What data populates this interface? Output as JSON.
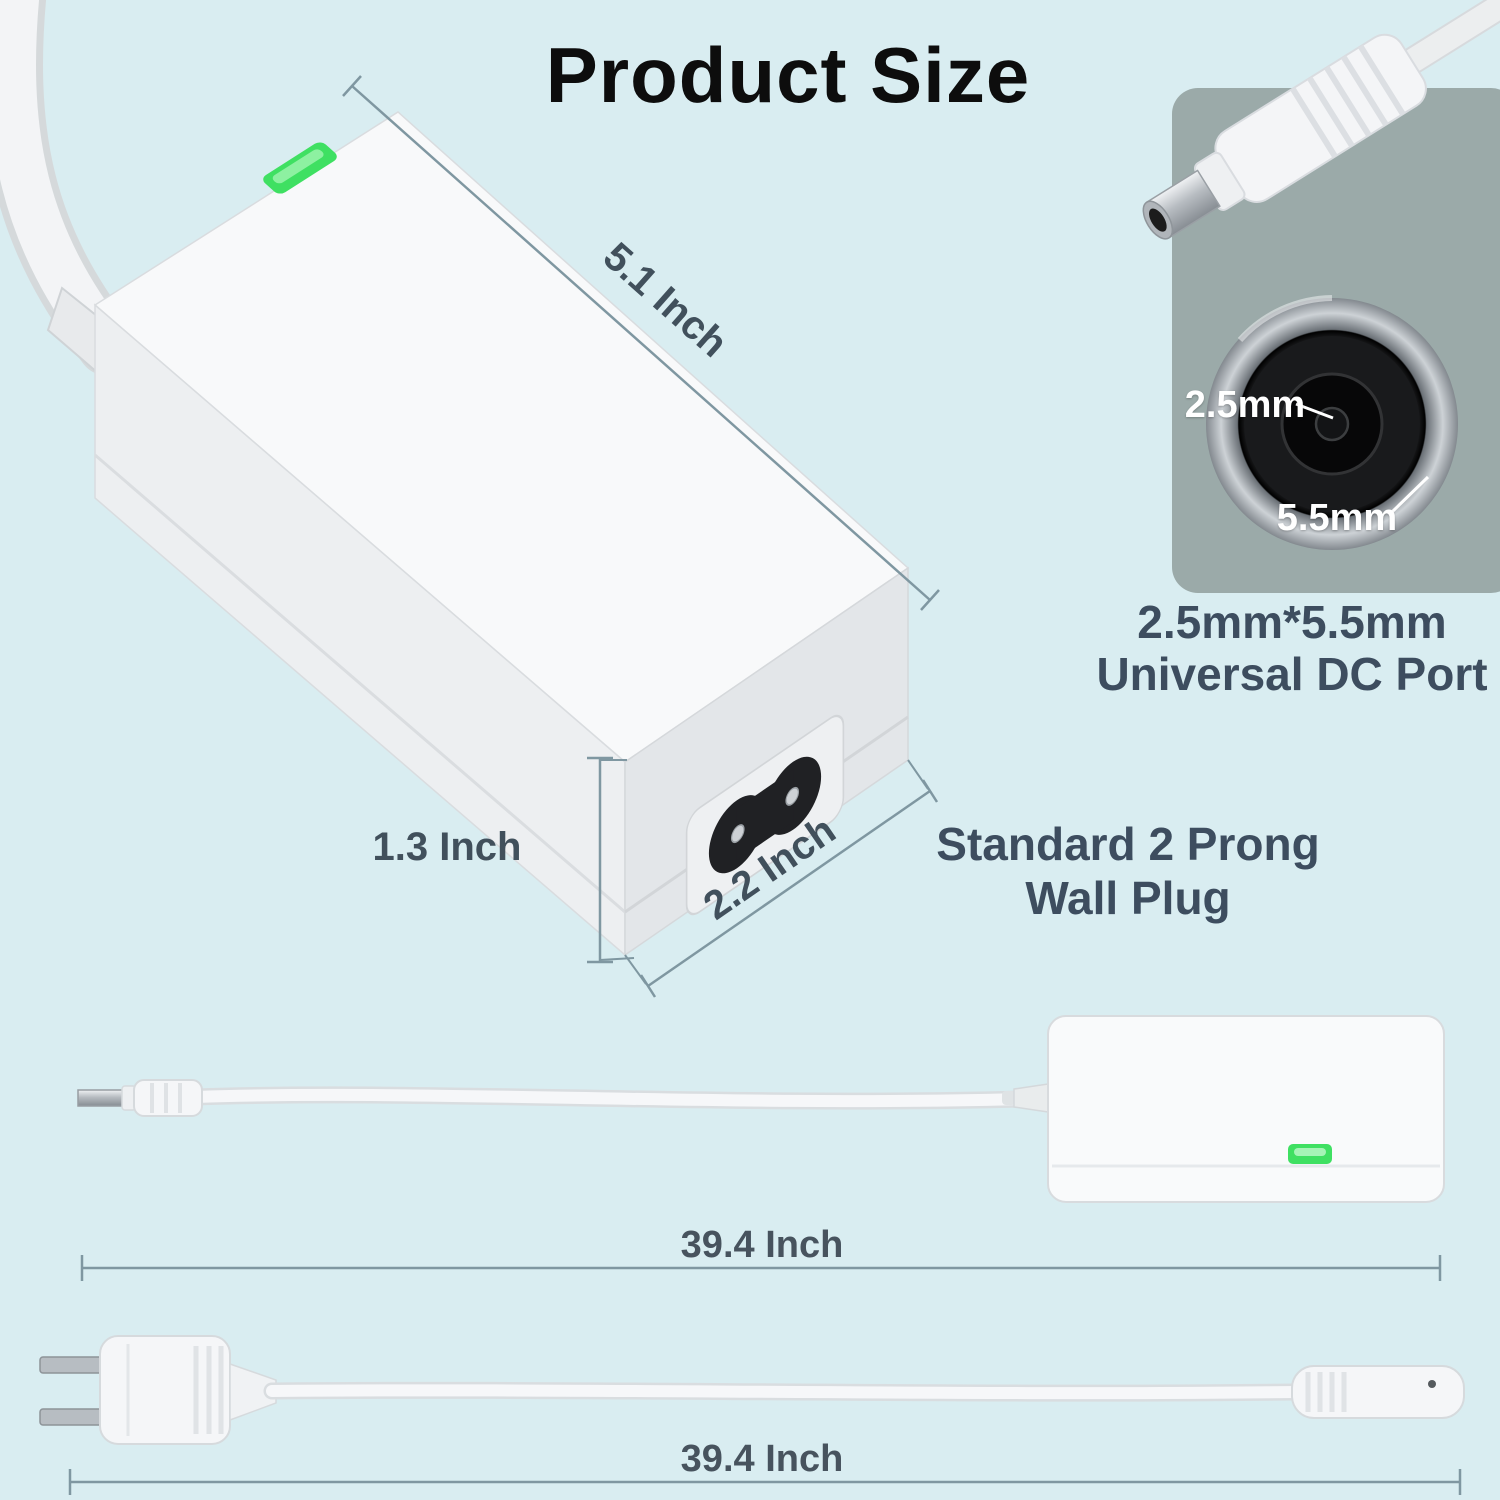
{
  "title": "Product Size",
  "colors": {
    "background": "#d9edf1",
    "led_green": "#3fe062",
    "panel_gray": "#9baaa9",
    "caption_slate": "#3d4d5f",
    "dimension_text": "#47535e",
    "dimension_line": "#7f97a1",
    "device_white": "#f7f8fa"
  },
  "adapter": {
    "length_label": "5.1 Inch",
    "height_label": "1.3 Inch",
    "width_label": "2.2 Inch",
    "led_icon": "led-indicator",
    "inlet_icon": "two-prong-inlet"
  },
  "dc_port": {
    "inner_label": "2.5mm",
    "outer_label": "5.5mm",
    "caption_line1": "2.5mm*5.5mm",
    "caption_line2": "Universal DC Port"
  },
  "wall_plug": {
    "caption_line1": "Standard 2 Prong",
    "caption_line2": "Wall Plug"
  },
  "dc_cable": {
    "length_label": "39.4 Inch"
  },
  "ac_cable": {
    "length_label": "39.4 Inch"
  }
}
